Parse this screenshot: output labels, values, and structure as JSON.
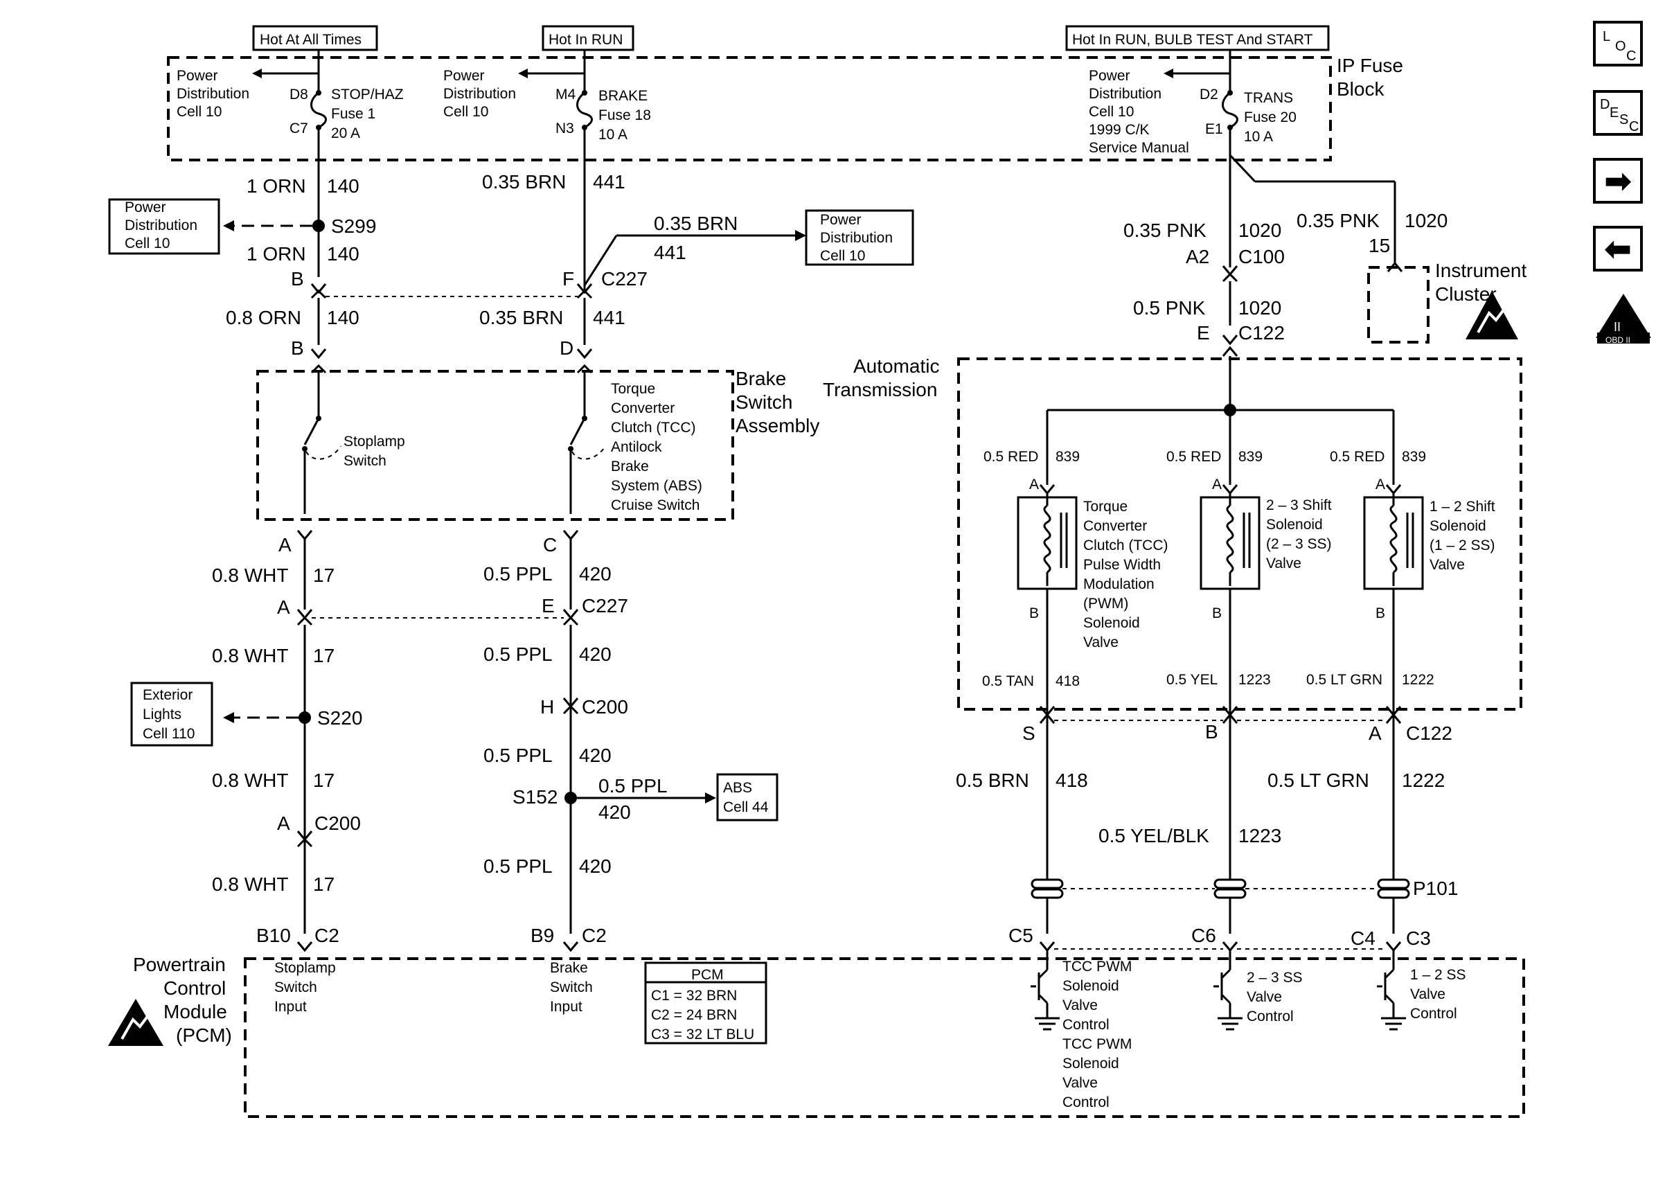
{
  "headers": {
    "hot_all_times": "Hot At All Times",
    "hot_in_run": "Hot In RUN",
    "hot_run_bulb": "Hot In RUN, BULB TEST And START"
  },
  "fuse_block": {
    "label_line1": "IP Fuse",
    "label_line2": "Block",
    "pdc_line1": "Power",
    "pdc_line2": "Distribution",
    "pdc_line3": "Cell 10",
    "f1": {
      "top_pin": "D8",
      "bottom_pin": "C7",
      "name": "STOP/HAZ",
      "fuse": "Fuse 1",
      "rating": "20 A"
    },
    "f2": {
      "top_pin": "M4",
      "bottom_pin": "N3",
      "name": "BRAKE",
      "fuse": "Fuse 18",
      "rating": "10 A"
    },
    "f3": {
      "top_pin": "D2",
      "bottom_pin": "E1",
      "name": "TRANS",
      "fuse": "Fuse 20",
      "rating": "10 A",
      "note1": "1999 C/K",
      "note2": "Service Manual"
    }
  },
  "wires": {
    "orn1": "1 ORN",
    "orn08": "0.8 ORN",
    "c140": "140",
    "brn035": "0.35 BRN",
    "c441": "441",
    "pnk035": "0.35 PNK",
    "pnk05": "0.5 PNK",
    "c1020": "1020",
    "wht08": "0.8 WHT",
    "c17": "17",
    "ppl05": "0.5 PPL",
    "c420": "420",
    "red05": "0.5 RED",
    "c839": "839",
    "tan05": "0.5 TAN",
    "c418": "418",
    "yel05": "0.5 YEL",
    "c1223": "1223",
    "ltgrn05": "0.5 LT GRN",
    "c1222": "1222",
    "brn05": "0.5 BRN",
    "yelblk05": "0.5 YEL/BLK"
  },
  "splices": {
    "s299": "S299",
    "s220": "S220",
    "s152": "S152",
    "p101": "P101"
  },
  "connectors": {
    "c100": "C100",
    "c122": "C122",
    "c227": "C227",
    "c200": "C200",
    "c2": "C2",
    "c5": "C5",
    "c6": "C6",
    "c4": "C4",
    "c3": "C3"
  },
  "pins": {
    "a": "A",
    "b": "B",
    "c": "C",
    "d": "D",
    "e": "E",
    "f": "F",
    "h": "H",
    "s": "S",
    "a2": "A2",
    "b10": "B10",
    "b9": "B9",
    "p15": "15"
  },
  "offpage": {
    "pdc_line1": "Power",
    "pdc_line2": "Distribution",
    "pdc_line3": "Cell 10",
    "ext_line1": "Exterior",
    "ext_line2": "Lights",
    "ext_line3": "Cell 110",
    "abs_line1": "ABS",
    "abs_line2": "Cell 44"
  },
  "brake_switch": {
    "title1": "Brake",
    "title2": "Switch",
    "title3": "Assembly",
    "stop1": "Stoplamp",
    "stop2": "Switch",
    "tcc1": "Torque",
    "tcc2": "Converter",
    "tcc3": "Clutch (TCC)",
    "tcc4": "Antilock",
    "tcc5": "Brake",
    "tcc6": "System (ABS)",
    "tcc7": "Cruise Switch"
  },
  "cluster": {
    "line1": "Instrument",
    "line2": "Cluster"
  },
  "transmission": {
    "title1": "Automatic",
    "title2": "Transmission",
    "sol1": [
      "Torque",
      "Converter",
      "Clutch (TCC)",
      "Pulse Width",
      "Modulation",
      "(PWM)",
      "Solenoid",
      "Valve"
    ],
    "sol2": [
      "2 – 3 Shift",
      "Solenoid",
      "(2 – 3 SS)",
      "Valve"
    ],
    "sol3": [
      "1 – 2 Shift",
      "Solenoid",
      "(1 – 2 SS)",
      "Valve"
    ]
  },
  "pcm": {
    "title1": "Powertrain",
    "title2": "Control",
    "title3": "Module",
    "title4": "(PCM)",
    "stop_in1": "Stoplamp",
    "stop_in2": "Switch",
    "stop_in3": "Input",
    "brake_in1": "Brake",
    "brake_in2": "Switch",
    "brake_in3": "Input",
    "table_title": "PCM",
    "table_rows": [
      "C1 = 32 BRN",
      "C2 = 24 BRN",
      "C3 = 32 LT BLU"
    ],
    "tcc_ctrl": [
      "TCC PWM",
      "Solenoid",
      "Valve",
      "Control",
      "TCC PWM",
      "Solenoid",
      "Valve",
      "Control"
    ],
    "ss23_ctrl": [
      "2 – 3 SS",
      "Valve",
      "Control"
    ],
    "ss12_ctrl": [
      "1 – 2 SS",
      "Valve",
      "Control"
    ]
  },
  "nav": {
    "loc": [
      "L",
      "O",
      "C"
    ],
    "desc": [
      "D",
      "E",
      "S",
      "C"
    ],
    "next": "➡",
    "prev": "⬅",
    "obd": "OBD II",
    "obd_mark": "II"
  }
}
